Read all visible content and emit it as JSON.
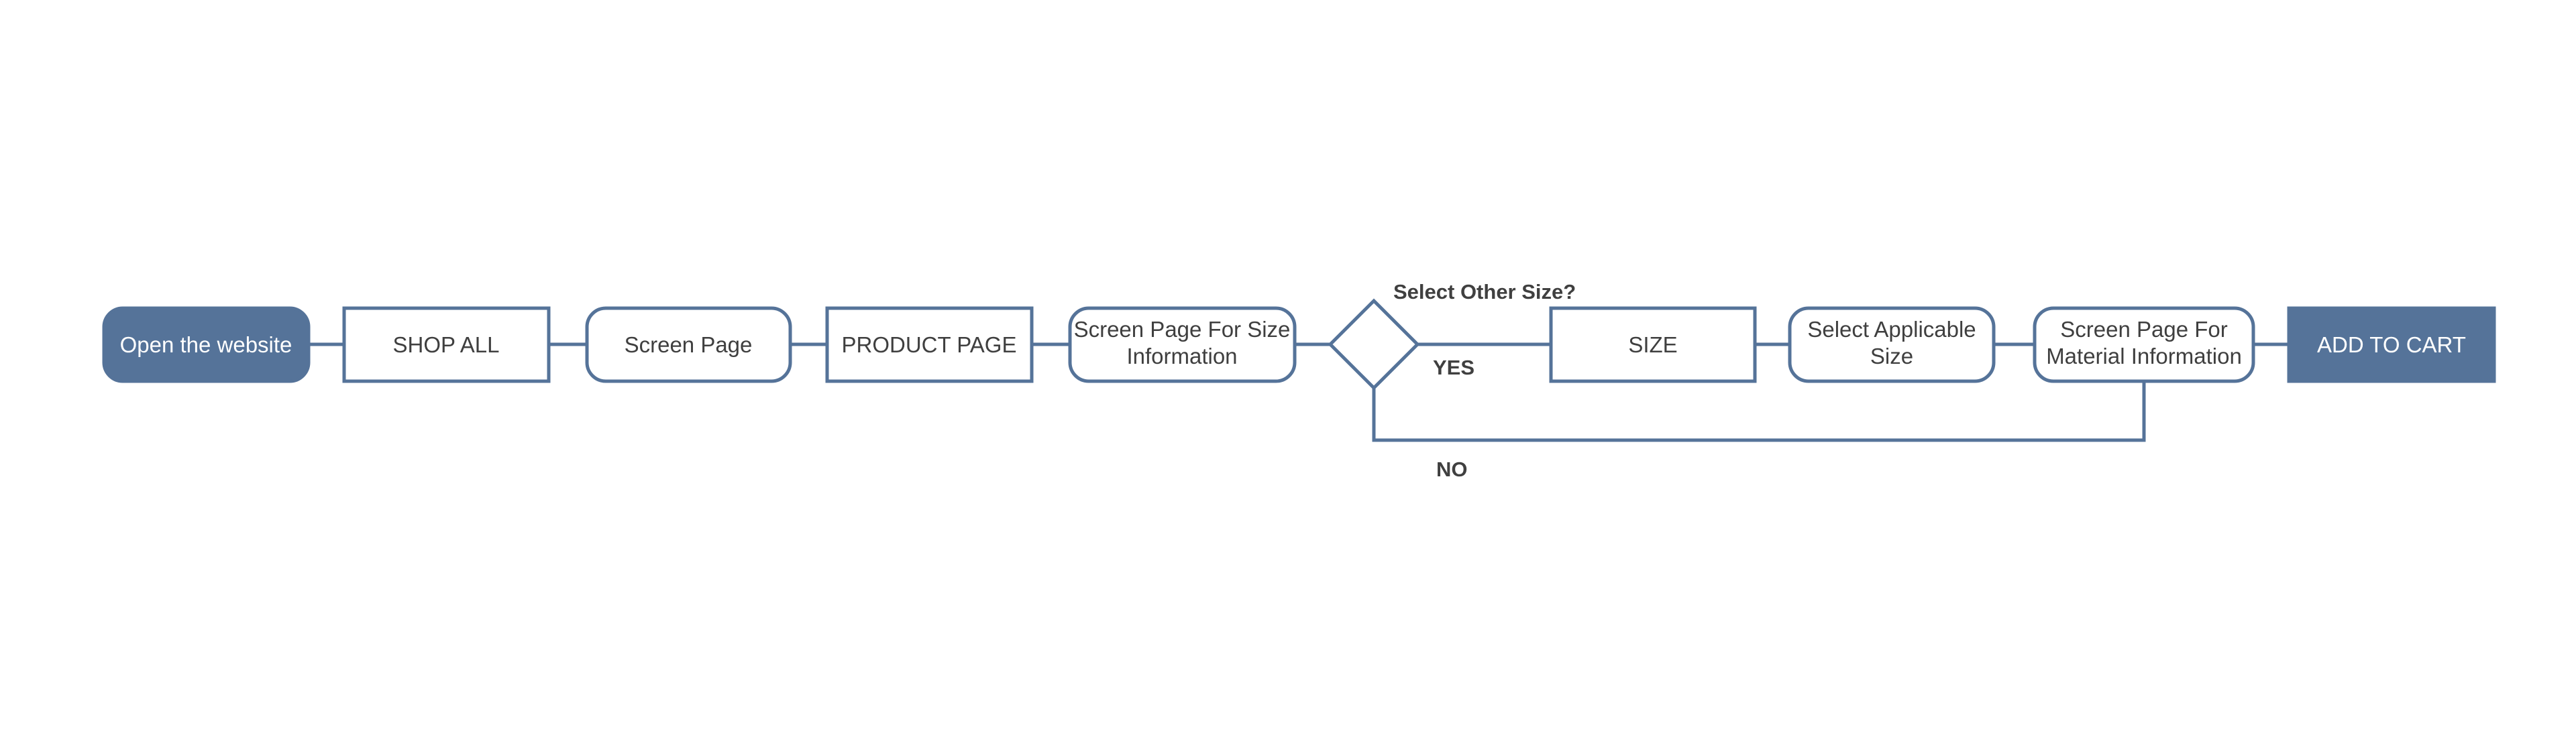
{
  "colors": {
    "accent": "#557399",
    "text": "#3f3f3f",
    "text_on_accent": "#ffffff",
    "background": "#ffffff"
  },
  "diagram": {
    "nodes": {
      "open_website": {
        "label": [
          "Open the website"
        ]
      },
      "shop_all": {
        "label": [
          "SHOP ALL"
        ]
      },
      "screen_page": {
        "label": [
          "Screen Page"
        ]
      },
      "product_page": {
        "label": [
          "PRODUCT PAGE"
        ]
      },
      "size_information": {
        "label": [
          "Screen Page For Size",
          "Information"
        ]
      },
      "size_decision": {
        "question": "Select Other Size?"
      },
      "size": {
        "label": [
          "SIZE"
        ]
      },
      "select_applicable_size": {
        "label": [
          "Select Applicable",
          "Size"
        ]
      },
      "material_information": {
        "label": [
          "Screen Page For",
          "Material Information"
        ]
      },
      "add_to_cart": {
        "label": [
          "ADD TO CART"
        ]
      }
    },
    "edge_labels": {
      "yes": "YES",
      "no": "NO"
    }
  }
}
